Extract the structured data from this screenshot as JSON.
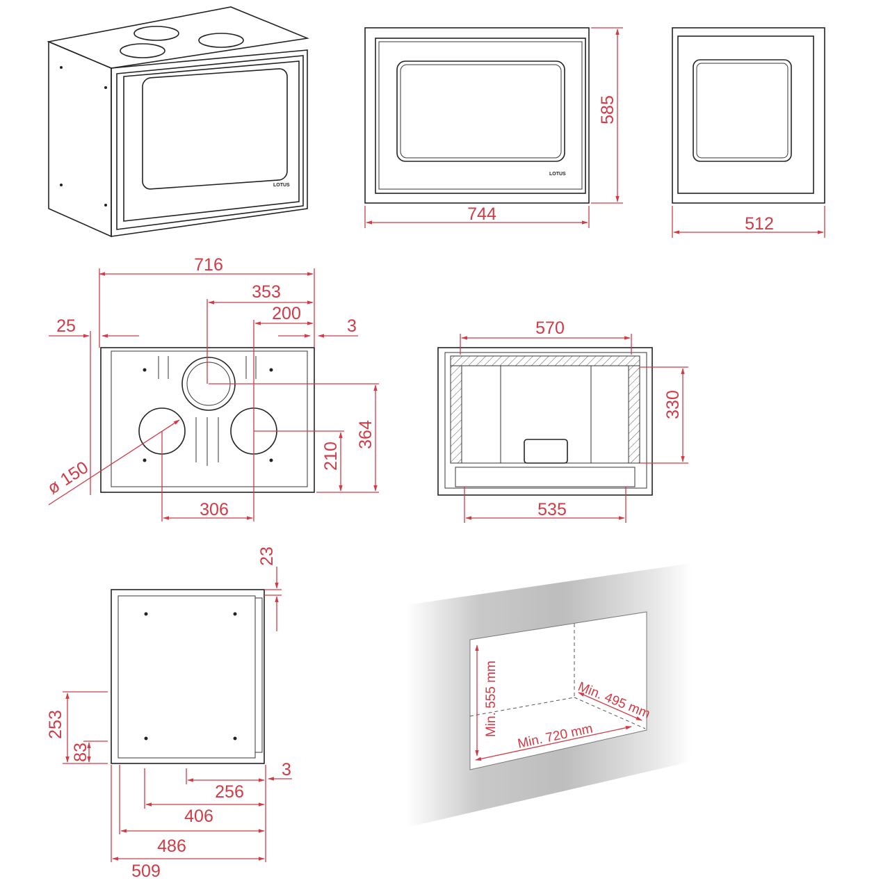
{
  "brand_logo": "LOTUS",
  "colors": {
    "dimension": "#d23a45",
    "outline": "#222222",
    "wall": "#c8c8c8"
  },
  "front_view": {
    "width": "744",
    "height": "585"
  },
  "side_view": {
    "depth": "512"
  },
  "top_view": {
    "overall": "716",
    "flue_offset": "353",
    "offset_200": "200",
    "offset_3": "3",
    "offset_25": "25",
    "flue_depth": "364",
    "air_depth": "210",
    "air_spacing": "306",
    "diameter": "ø 150"
  },
  "section_view": {
    "inner_top": "570",
    "inner_height": "330",
    "inner_bottom": "535"
  },
  "side_section": {
    "top_23": "23",
    "height_253": "253",
    "height_83": "83",
    "offset_3": "3",
    "d256": "256",
    "d406": "406",
    "d486": "486",
    "d509": "509"
  },
  "niche": {
    "min_height": "Min. 555 mm",
    "min_width": "Min. 720 mm",
    "min_depth": "Min. 495 mm"
  }
}
